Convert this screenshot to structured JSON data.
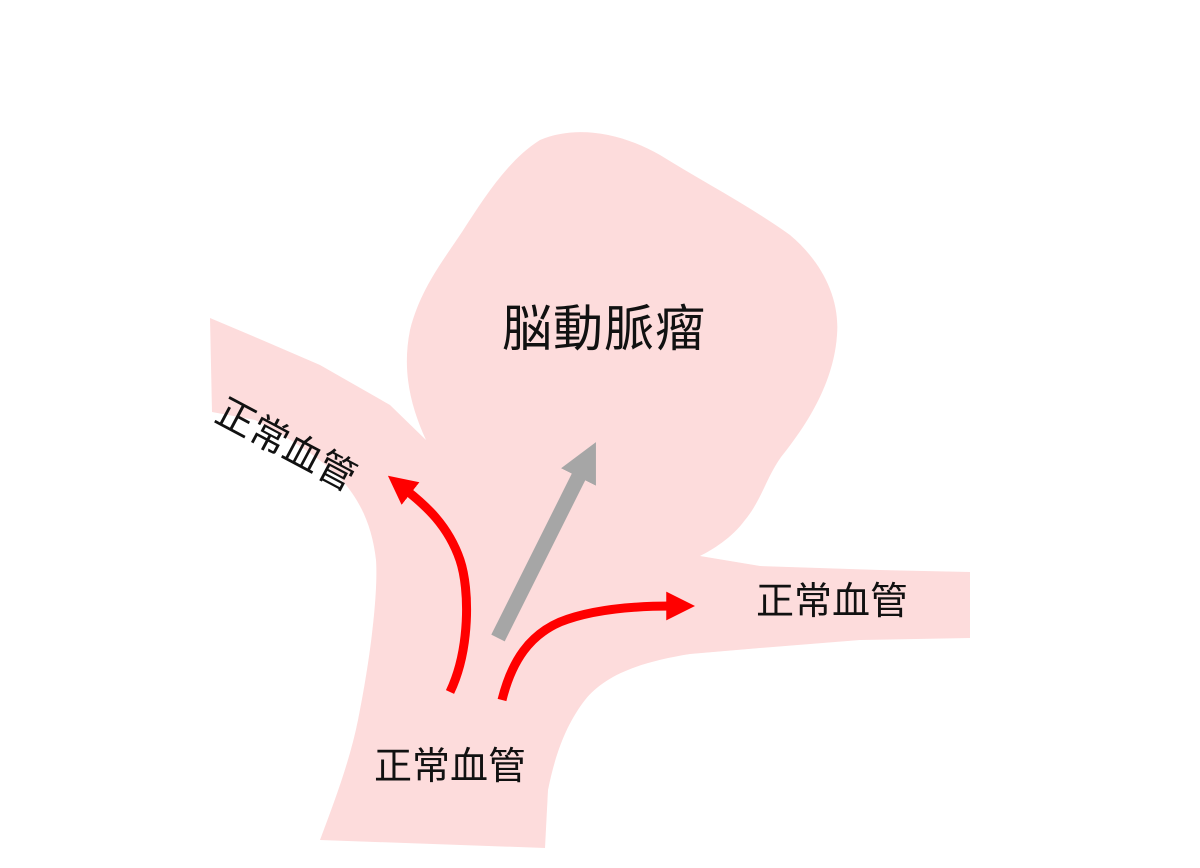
{
  "labels": {
    "aneurysm": "脳動脈瘤",
    "vessel_left": "正常血管",
    "vessel_right": "正常血管",
    "vessel_bottom": "正常血管"
  },
  "colors": {
    "vessel_fill": "#fddcdc",
    "flow_arrow": "#ff0000",
    "aneurysm_flow_arrow": "#a6a6a6",
    "text": "#111111",
    "background": "#ffffff"
  }
}
